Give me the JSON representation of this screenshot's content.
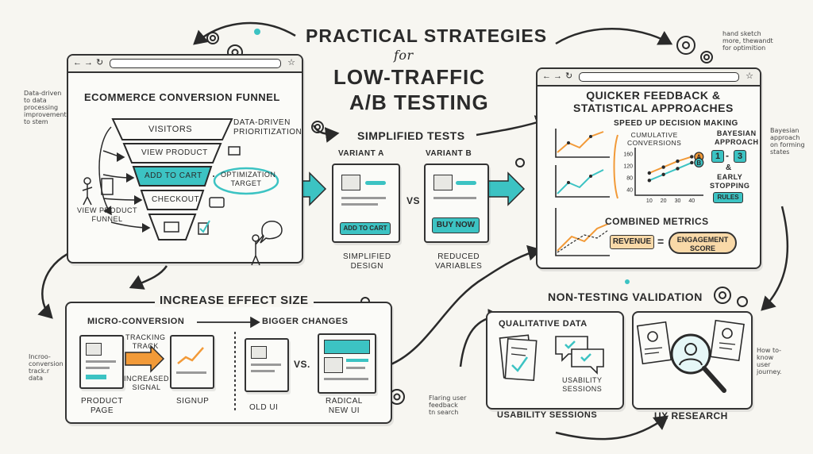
{
  "title": {
    "line1": "PRACTICAL STRATEGIES",
    "line2": "for",
    "line3": "LOW-TRAFFIC",
    "line4": "A/B TESTING"
  },
  "funnel": {
    "heading": "ECOMMERCE CONVERSION FUNNEL",
    "stages": [
      "VISITORS",
      "VIEW PRODUCT",
      "ADD TO CART",
      "CHECKOUT"
    ],
    "side_left": [
      "VIEW PRODUCT",
      "FUNNEL"
    ],
    "prioritization": [
      "DATA-DRIVEN",
      "PRIORITIZATION"
    ],
    "target": [
      "OPTIMIZATION",
      "TARGET"
    ]
  },
  "simplified": {
    "heading": "SIMPLIFIED TESTS",
    "variant_a": "VARIANT A",
    "variant_b": "VARIANT B",
    "vs": "VS",
    "btn_a": "ADD TO CART",
    "btn_b": "BUY NOW",
    "cap_a": [
      "SIMPLIFIED",
      "DESIGN"
    ],
    "cap_b": [
      "REDUCED",
      "VARIABLES"
    ]
  },
  "feedback": {
    "heading": [
      "QUICKER FEEDBACK &",
      "STATISTICAL APPROACHES"
    ],
    "speed": "SPEED UP DECISION MAKING",
    "cumulative": [
      "CUMULATIVE",
      "CONVERSIONS"
    ],
    "bayesian": [
      "BAYESIAN",
      "APPROACH"
    ],
    "ratio_a": "1",
    "ratio_sep": "-",
    "ratio_b": "3",
    "amp": "&",
    "early": [
      "EARLY",
      "STOPPING"
    ],
    "rules": "RULES",
    "combined": "COMBINED METRICS",
    "revenue": "REVENUE",
    "eq": "=",
    "engagement": [
      "ENGAGEMENT",
      "SCORE"
    ],
    "legend": [
      "A",
      "B"
    ]
  },
  "chart_data": {
    "type": "line",
    "title": "",
    "x": [
      10,
      20,
      30,
      40
    ],
    "xticks": [
      "10",
      "20",
      "30",
      "40"
    ],
    "yticks": [
      "40",
      "80",
      "120",
      "160"
    ],
    "ylim": [
      20,
      170
    ],
    "xlim": [
      0,
      46
    ],
    "series": [
      {
        "name": "A",
        "values": [
          95,
          115,
          135,
          150
        ]
      },
      {
        "name": "B",
        "values": [
          70,
          90,
          110,
          130
        ]
      }
    ]
  },
  "effect": {
    "heading": "INCREASE EFFECT SIZE",
    "micro": "MICRO-CONVERSION",
    "bigger": "BIGGER CHANGES",
    "tracking": [
      "TRACKING",
      "TRACK"
    ],
    "increased": [
      "INCREASED",
      "SIGNAL"
    ],
    "product": [
      "PRODUCT",
      "PAGE"
    ],
    "signup": "SIGNUP",
    "old": "OLD UI",
    "vs": "VS.",
    "radical": [
      "RADICAL",
      "NEW UI"
    ]
  },
  "validation": {
    "heading": "NON-TESTING VALIDATION",
    "qual": "QUALITATIVE DATA",
    "usability_inner": [
      "USABILITY",
      "SESSIONS"
    ],
    "usability": "USABILITY SESSIONS",
    "ux": "UX RESEARCH"
  },
  "notes": {
    "top_left": [
      "Data-driven",
      "to data",
      "processing",
      "improvement",
      "to stem"
    ],
    "top_right": [
      "hand sketch",
      "more, thewandt",
      "for optimition"
    ],
    "right_mid": [
      "Bayesian",
      "approach",
      "on forming",
      "states"
    ],
    "bottom_left": [
      "Incroo-",
      "conversion",
      "track.r",
      "data"
    ],
    "bottom_mid": [
      "Flaring user",
      "feedback",
      "tn search"
    ],
    "bottom_right": [
      "How to-",
      "know",
      "user",
      "journey."
    ]
  },
  "colors": {
    "teal": "#3cc3c3",
    "orange": "#f29a38",
    "ink": "#2a2a2a",
    "paper": "#f7f6f1",
    "light_orange": "#f9d9a8"
  }
}
